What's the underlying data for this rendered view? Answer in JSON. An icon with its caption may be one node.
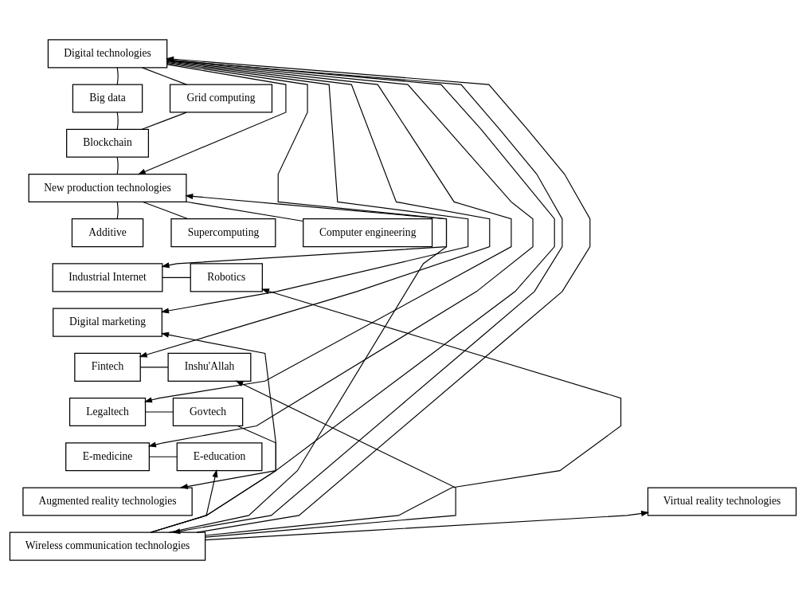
{
  "diagram": {
    "nodes": [
      {
        "text": [
          "Digital technologies"
        ]
      },
      {
        "text": [
          "Big data"
        ]
      },
      {
        "text": [
          "Grid computing"
        ]
      },
      {
        "text": [
          "Blockchain"
        ]
      },
      {
        "text": [
          "New production technologies"
        ]
      },
      {
        "text": [
          "Additive"
        ]
      },
      {
        "text": [
          "Supercomputing"
        ]
      },
      {
        "text": [
          "Computer engineering"
        ]
      },
      {
        "text": [
          "Industrial Internet"
        ]
      },
      {
        "text": [
          "Robotics"
        ]
      },
      {
        "text": [
          "Digital marketing"
        ]
      },
      {
        "text": [
          "Fintech"
        ]
      },
      {
        "text": [
          "Inshu'Allah"
        ]
      },
      {
        "text": [
          "Legaltech"
        ]
      },
      {
        "text": [
          "Govtech"
        ]
      },
      {
        "text": [
          "E-medicine"
        ]
      },
      {
        "text": [
          "E-education"
        ]
      },
      {
        "text": [
          "Augmented reality technologies"
        ]
      },
      {
        "text": [
          "Virtual reality technologies"
        ]
      },
      {
        "text": [
          "Wireless communication technologies"
        ]
      }
    ],
    "edges": [
      {
        "from": 0,
        "to": 1,
        "arrow": "none"
      },
      {
        "from": 0,
        "to": 2,
        "arrow": "none"
      },
      {
        "from": 1,
        "to": 3,
        "arrow": "none"
      },
      {
        "from": 2,
        "to": 3,
        "arrow": "none"
      },
      {
        "from": 3,
        "to": 4,
        "arrow": "none"
      },
      {
        "from": 4,
        "to": 5,
        "arrow": "none"
      },
      {
        "from": 4,
        "to": 6,
        "arrow": "none"
      },
      {
        "from": 4,
        "to": 7,
        "arrow": "none"
      },
      {
        "from": 8,
        "to": 9,
        "arrow": "none"
      },
      {
        "from": 11,
        "to": 12,
        "arrow": "none"
      },
      {
        "from": 13,
        "to": 14,
        "arrow": "none"
      },
      {
        "from": 15,
        "to": 16,
        "arrow": "none"
      },
      {
        "from": 0,
        "to": 4,
        "arrow": "to"
      },
      {
        "from": 0,
        "to": 8,
        "arrow": "to"
      },
      {
        "from": 0,
        "to": 10,
        "arrow": "to"
      },
      {
        "from": 0,
        "to": 11,
        "arrow": "to"
      },
      {
        "from": 0,
        "to": 13,
        "arrow": "to"
      },
      {
        "from": 0,
        "to": 15,
        "arrow": "to"
      },
      {
        "from": 0,
        "to": 17,
        "arrow": "to"
      },
      {
        "from": 0,
        "to": 19,
        "arrow": "to"
      },
      {
        "from": 19,
        "to": 0,
        "arrow": "to"
      },
      {
        "from": 19,
        "to": 4,
        "arrow": "to"
      },
      {
        "from": 19,
        "to": 9,
        "arrow": "to"
      },
      {
        "from": 19,
        "to": 10,
        "arrow": "to"
      },
      {
        "from": 19,
        "to": 12,
        "arrow": "to"
      },
      {
        "from": 19,
        "to": 14,
        "arrow": "none"
      },
      {
        "from": 19,
        "to": 16,
        "arrow": "to"
      },
      {
        "from": 19,
        "to": 18,
        "arrow": "to"
      }
    ]
  }
}
